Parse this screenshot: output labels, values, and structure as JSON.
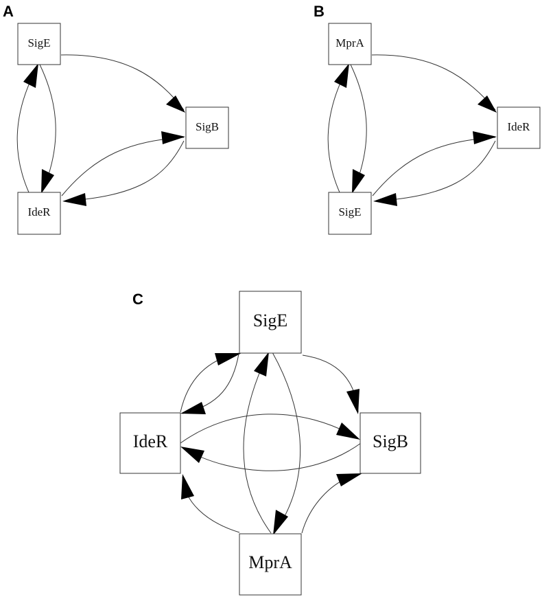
{
  "panels": {
    "a": {
      "letter": "A",
      "nodes": {
        "top": "SigE",
        "right": "SigB",
        "bottom": "IdeR"
      }
    },
    "b": {
      "letter": "B",
      "nodes": {
        "top": "MprA",
        "right": "IdeR",
        "bottom": "SigE"
      }
    },
    "c": {
      "letter": "C",
      "nodes": {
        "top": "SigE",
        "left": "IdeR",
        "right": "SigB",
        "bottom": "MprA"
      }
    }
  },
  "edges": {
    "a": [
      {
        "from": "SigE",
        "to": "SigB"
      },
      {
        "from": "SigE",
        "to": "IdeR"
      },
      {
        "from": "IdeR",
        "to": "SigE"
      },
      {
        "from": "IdeR",
        "to": "SigB"
      },
      {
        "from": "SigB",
        "to": "IdeR"
      }
    ],
    "b": [
      {
        "from": "MprA",
        "to": "IdeR"
      },
      {
        "from": "MprA",
        "to": "SigE"
      },
      {
        "from": "SigE",
        "to": "MprA"
      },
      {
        "from": "SigE",
        "to": "IdeR"
      },
      {
        "from": "IdeR",
        "to": "SigE"
      }
    ],
    "c": [
      {
        "from": "IdeR",
        "to": "SigE"
      },
      {
        "from": "SigE",
        "to": "IdeR"
      },
      {
        "from": "SigE",
        "to": "SigB"
      },
      {
        "from": "SigE",
        "to": "MprA"
      },
      {
        "from": "MprA",
        "to": "SigE"
      },
      {
        "from": "IdeR",
        "to": "SigB"
      },
      {
        "from": "SigB",
        "to": "IdeR"
      },
      {
        "from": "MprA",
        "to": "IdeR"
      },
      {
        "from": "MprA",
        "to": "SigB"
      }
    ]
  }
}
